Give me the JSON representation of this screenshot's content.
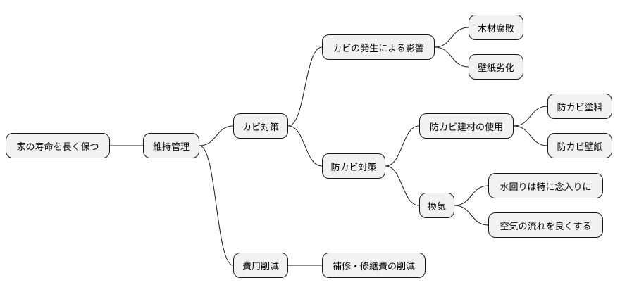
{
  "mindmap": {
    "root": {
      "label": "家の寿命を長く保つ"
    },
    "maintenance": {
      "label": "維持管理"
    },
    "mold": {
      "label": "カビ対策"
    },
    "mold_effects": {
      "label": "カビの発生による影響",
      "children": [
        "木材腐敗",
        "壁紙劣化"
      ]
    },
    "mold_prevention": {
      "label": "防カビ対策"
    },
    "materials": {
      "label": "防カビ建材の使用",
      "children": [
        "防カビ塗料",
        "防カビ壁紙"
      ]
    },
    "ventilation": {
      "label": "換気",
      "children": [
        "水回りは特に念入りに",
        "空気の流れを良くする"
      ]
    },
    "cost": {
      "label": "費用削減"
    },
    "repair": {
      "label": "補修・修繕費の削減"
    }
  },
  "colors": {
    "node_fill": "#f1f1f1",
    "node_border": "#181818",
    "edge": "#181818",
    "background": "#ffffff"
  }
}
